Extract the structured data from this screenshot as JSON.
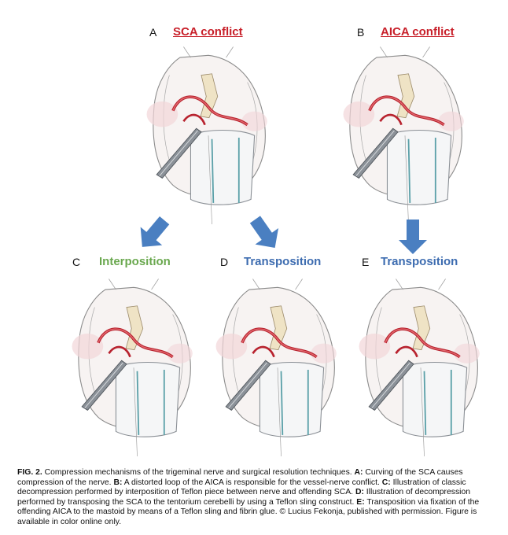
{
  "panels": [
    {
      "letter": "A",
      "title": "SCA conflict",
      "title_color": "#c8202a",
      "underline": true
    },
    {
      "letter": "B",
      "title": "AICA conflict",
      "title_color": "#c8202a",
      "underline": true
    },
    {
      "letter": "C",
      "title": "Interposition",
      "title_color": "#6aa84f",
      "underline": false
    },
    {
      "letter": "D",
      "title": "Transposition",
      "title_color": "#3d6cb0",
      "underline": false
    },
    {
      "letter": "E",
      "title": "Transposition",
      "title_color": "#3d6cb0",
      "underline": false
    }
  ],
  "arrow_color": "#4a7fc1",
  "caption": {
    "fig_label": "FIG. 2.",
    "intro": " Compression mechanisms of the trigeminal nerve and surgical resolution techniques. ",
    "a_label": "A:",
    "a_text": " Curving of the SCA causes compression of the nerve. ",
    "b_label": "B:",
    "b_text": " A distorted loop of the AICA is responsible for the vessel-nerve conflict. ",
    "c_label": "C:",
    "c_text": " Illustration of classic decompression performed by interposition of Teflon piece between nerve and offending SCA. ",
    "d_label": "D:",
    "d_text": " Illustration of decompression performed by transposing the SCA to the tentorium cerebelli by using a Teflon sling construct. ",
    "e_label": "E:",
    "e_text": " Transposition via fixation of the offending AICA to the mastoid by means of a Teflon sling and fibrin glue. © Lucius Fekonja, published with permission. Figure is available in color online only."
  }
}
